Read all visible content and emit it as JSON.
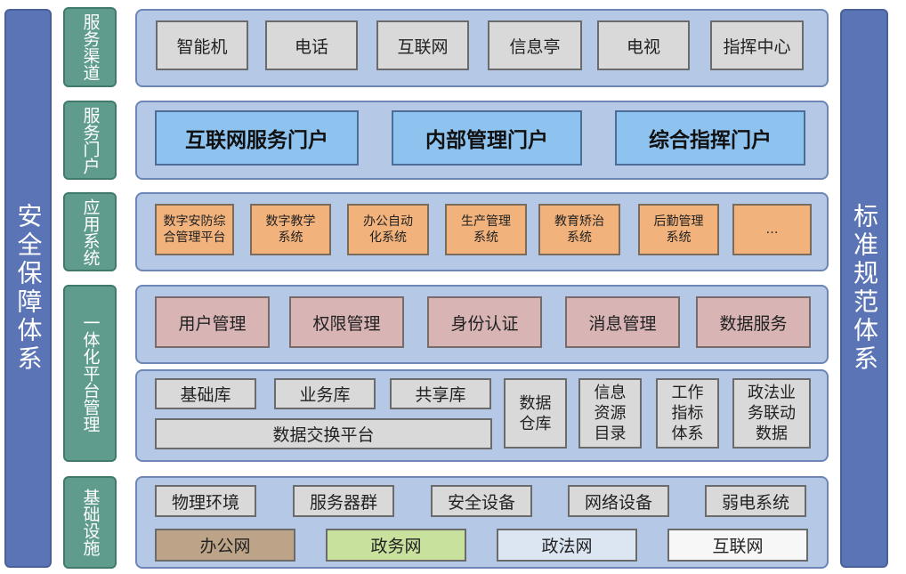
{
  "left_side": "安全保障体系",
  "right_side": "标准规范体系",
  "layers": {
    "channel": "服务渠道",
    "portal": "服务门户",
    "app": "应用系统",
    "platform": "一体化平台管理",
    "infra": "基础设施"
  },
  "channel_items": [
    "智能机",
    "电话",
    "互联网",
    "信息亭",
    "电视",
    "指挥中心"
  ],
  "portal_items": [
    "互联网服务门户",
    "内部管理门户",
    "综合指挥门户"
  ],
  "app_items": [
    "数字安防综合管理平台",
    "数字教学系统",
    "办公自动化系统",
    "生产管理系统",
    "教育矫治系统",
    "后勤管理系统",
    "…"
  ],
  "platform_services": [
    "用户管理",
    "权限管理",
    "身份认证",
    "消息管理",
    "数据服务"
  ],
  "data_libs": [
    "基础库",
    "业务库",
    "共享库"
  ],
  "data_exchange": "数据交换平台",
  "data_items": [
    "数据仓库",
    "信息资源目录",
    "工作指标体系",
    "政法业务联动数据"
  ],
  "infra_items": [
    "物理环境",
    "服务器群",
    "安全设备",
    "网络设备",
    "弱电系统"
  ],
  "network_items": [
    "办公网",
    "政务网",
    "政法网",
    "互联网"
  ]
}
